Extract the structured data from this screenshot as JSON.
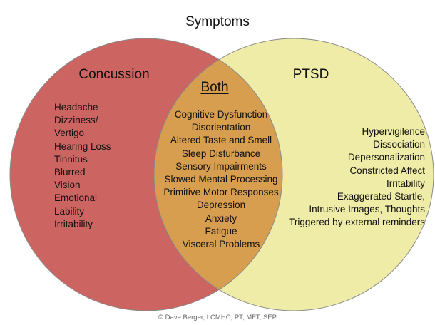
{
  "title": "Symptoms",
  "colors": {
    "concussion_fill": "#cc6461",
    "ptsd_fill": "#eeeca6",
    "overlap_fill": "#d79e4f",
    "outline": "#8a8a8a"
  },
  "concussion": {
    "heading": "Concussion",
    "items": [
      "Headache",
      "Dizziness/",
      "Vertigo",
      "Hearing Loss",
      "Tinnitus",
      "Blurred",
      "Vision",
      "Emotional",
      "Lability",
      "Irritability"
    ]
  },
  "both": {
    "heading": "Both",
    "items": [
      "Cognitive Dysfunction",
      "Disorientation",
      "Altered Taste and Smell",
      "Sleep Disturbance",
      "Sensory Impairments",
      "Slowed Mental Processing",
      "Primitive Motor Responses",
      "Depression",
      "Anxiety",
      "Fatigue",
      "Visceral Problems"
    ]
  },
  "ptsd": {
    "heading": "PTSD",
    "items": [
      "Hypervigilence",
      "Dissociation",
      "Depersonalization",
      "Constricted Affect",
      "Irritability",
      "Exaggerated Startle,",
      "Intrusive Images, Thoughts",
      "Triggered by external reminders"
    ]
  },
  "credit": "© Dave Berger, LCMHC, PT, MFT, SEP"
}
